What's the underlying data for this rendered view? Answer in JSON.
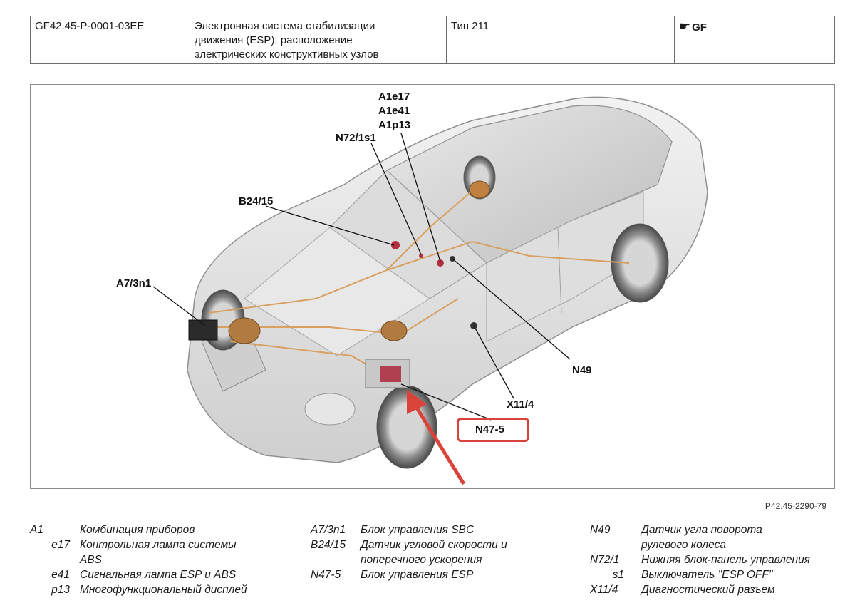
{
  "header": {
    "doc_id": "GF42.45-P-0001-03EE",
    "title_lines": [
      "Электронная система стабилизации",
      "движения (ESP): расположение",
      "электрических конструктивных узлов"
    ],
    "type": "Тип 211",
    "logo": "GF",
    "logo_icon": "pointing-hand-icon"
  },
  "figure": {
    "labels": {
      "a1e17": "A1e17",
      "a1e41": "A1e41",
      "a1p13": "A1p13",
      "n72": "N72/1s1",
      "b24": "B24/15",
      "a7": "A7/3n1",
      "n49": "N49",
      "x11": "X11/4",
      "n47": "N47-5"
    },
    "ref_code": "P42.45-2290-79",
    "highlight_color": "#d9433a"
  },
  "legend": {
    "col1": [
      {
        "code": "A1",
        "text": "Комбинация приборов"
      },
      {
        "code": "e17",
        "text": "Контрольная лампа системы"
      },
      {
        "code": "",
        "text": "ABS"
      },
      {
        "code": "e41",
        "text": "Сигнальная лампа ESP и ABS"
      },
      {
        "code": "p13",
        "text": "Многофункциональный дисплей"
      }
    ],
    "col2": [
      {
        "code": "A7/3n1",
        "text": "Блок управления SBC"
      },
      {
        "code": "B24/15",
        "text": "Датчик угловой скорости и"
      },
      {
        "code": "",
        "text": "поперечного ускорения"
      },
      {
        "code": "N47-5",
        "text": "Блок управления ESP"
      }
    ],
    "col3": [
      {
        "code": "N49",
        "text": "Датчик угла поворота"
      },
      {
        "code": "",
        "text": "рулевого колеса"
      },
      {
        "code": "N72/1",
        "text": "Нижняя блок-панель управления"
      },
      {
        "code": "s1",
        "text": "Выключатель \"ESP OFF\""
      },
      {
        "code": "X11/4",
        "text": "Диагностический разъем"
      }
    ]
  }
}
